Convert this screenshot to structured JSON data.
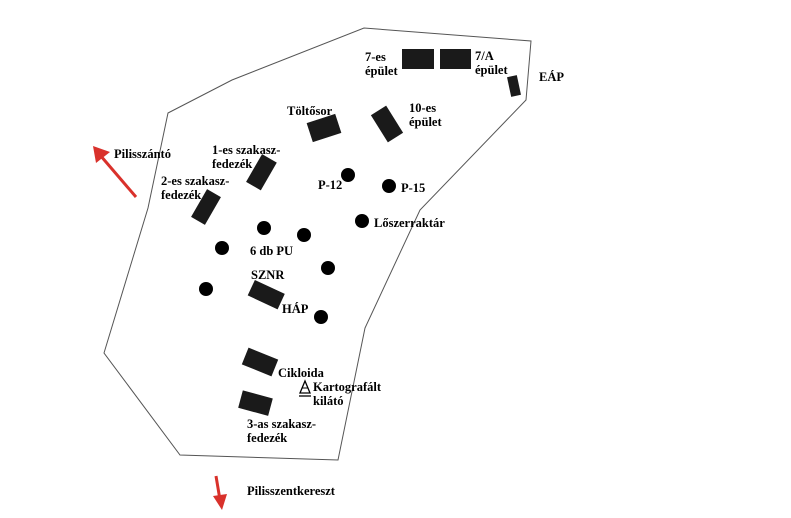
{
  "colors": {
    "outline": "#555555",
    "building": "#1a1a1a",
    "arrow": "#d9312b",
    "text": "#000000"
  },
  "directions": {
    "north_west": "Pilisszántó",
    "south": "Pilisszentkereszt"
  },
  "buildings": {
    "b7": "7-es épület",
    "b7a": "7/A épület",
    "eap": "EÁP",
    "b10": "10-es épület",
    "toltosor": "Töltősor",
    "f1": "1-es szakasz-fedezék",
    "f2": "2-es szakasz-fedezék",
    "sznr": "SZNR",
    "hap": "HÁP",
    "cikloida": "Cikloida",
    "f3": "3-as szakasz-fedezék"
  },
  "points": {
    "p12": "P-12",
    "p15": "P-15",
    "loszer": "Lőszerraktár",
    "pu": "6 db PU",
    "kilato": "Kartografált kilátó"
  },
  "labels": {
    "b7_l1": "7-es",
    "b7_l2": "épület",
    "b7a_l1": "7/A",
    "b7a_l2": "épület",
    "b10_l1": "10-es",
    "b10_l2": "épület",
    "f1_l1": "1-es szakasz-",
    "f1_l2": "fedezék",
    "f2_l1": "2-es szakasz-",
    "f2_l2": "fedezék",
    "f3_l1": "3-as szakasz-",
    "f3_l2": "fedezék",
    "kilato_l1": "Kartografált",
    "kilato_l2": "kilátó"
  },
  "icons": {
    "kilato": "lookout-tower-icon",
    "arrow": "direction-arrow-icon"
  }
}
